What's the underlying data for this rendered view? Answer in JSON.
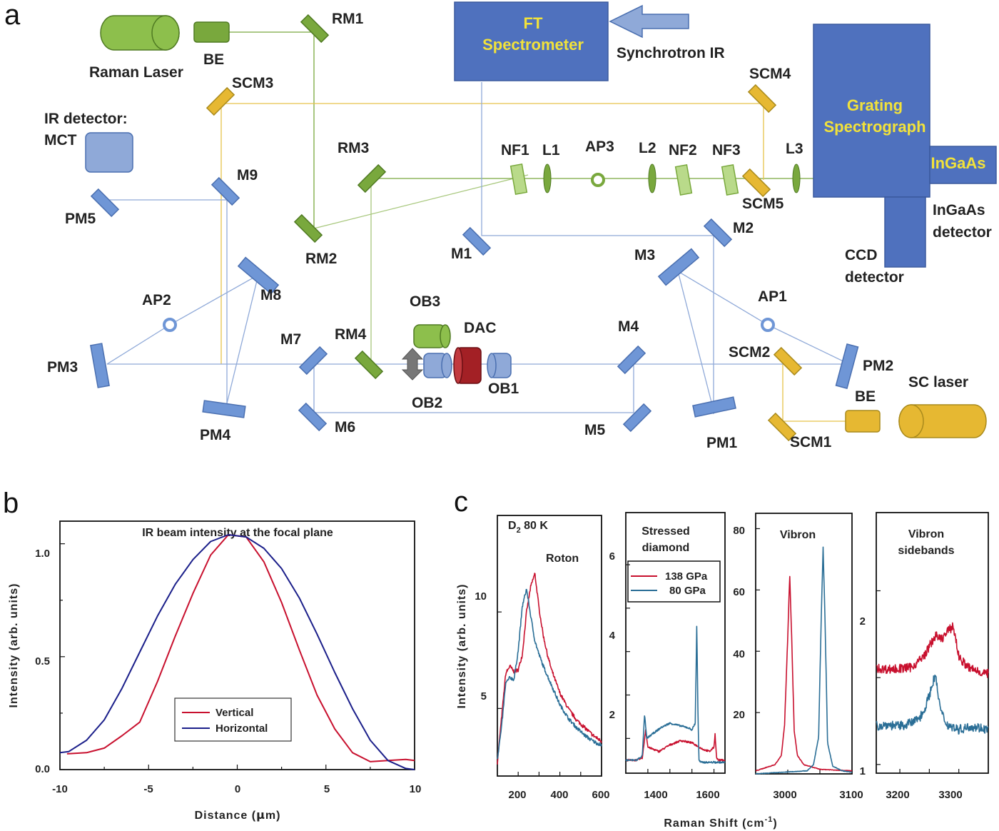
{
  "panel_letters": {
    "a": "a",
    "b": "b",
    "c": "c"
  },
  "colors": {
    "blue_optic": "#6f96d6",
    "blue_stroke": "#4a6fb0",
    "green_optic": "#79a83d",
    "green_light": "#b9da8a",
    "yellow_optic": "#e6b832",
    "dark_red": "#a32025",
    "instrument_blue": "#4f71be",
    "red_series": "#c8102e",
    "blue_series": "#2a6e96",
    "navy_series": "#1b1f8a"
  },
  "diagram": {
    "instruments": {
      "ft": [
        "FT",
        "Spectrometer"
      ],
      "grating": [
        "Grating",
        "Spectrograph"
      ],
      "ingaas_box": "InGaAs"
    },
    "labels": {
      "raman_laser": "Raman Laser",
      "be_top": "BE",
      "rm1": "RM1",
      "synchrotron": "Synchrotron IR",
      "scm3": "SCM3",
      "scm4": "SCM4",
      "ir_detector_1": "IR detector:",
      "ir_detector_2": "MCT",
      "rm3": "RM3",
      "nf1": "NF1",
      "l1": "L1",
      "ap3": "AP3",
      "l2": "L2",
      "nf2": "NF2",
      "nf3": "NF3",
      "l3": "L3",
      "m9": "M9",
      "pm5": "PM5",
      "scm5": "SCM5",
      "ingaas_det_1": "InGaAs",
      "ingaas_det_2": "detector",
      "rm2": "RM2",
      "m1": "M1",
      "m2": "M2",
      "m3": "M3",
      "ccd_1": "CCD",
      "ccd_2": "detector",
      "m8": "M8",
      "ap2": "AP2",
      "ap1": "AP1",
      "ob3": "OB3",
      "dac": "DAC",
      "m7": "M7",
      "rm4": "RM4",
      "m4": "M4",
      "scm2": "SCM2",
      "pm3": "PM3",
      "pm2": "PM2",
      "sc_laser": "SC laser",
      "be_right": "BE",
      "ob2": "OB2",
      "ob1": "OB1",
      "pm4": "PM4",
      "m6": "M6",
      "m5": "M5",
      "pm1": "PM1",
      "scm1": "SCM1"
    }
  },
  "chart_b": {
    "title": "IR beam intensity at the focal plane",
    "xlabel_pre": "Distance (",
    "xlabel_mu": "μ",
    "xlabel_post": "m)",
    "ylabel": "Intensity (arb. units)",
    "x_ticks": [
      "-10",
      "-5",
      "0",
      "5",
      "10"
    ],
    "y_ticks": [
      "0.0",
      "0.5",
      "1.0"
    ]
  },
  "chart_c": {
    "ylabel": "Intensity (arb. units)",
    "xlabel_pre": "Raman Shift (cm",
    "xlabel_sup": "-1",
    "xlabel_post": ")",
    "p1": {
      "title_d": "D",
      "title_sub": "2",
      "title_rest": " 80 K",
      "note": "Roton",
      "x_ticks": [
        "200",
        "400",
        "600"
      ],
      "y_ticks": [
        "5",
        "10"
      ]
    },
    "p2": {
      "title": [
        "Stressed",
        "diamond"
      ],
      "x_ticks": [
        "1400",
        "1600"
      ],
      "y_ticks": [
        "2",
        "4",
        "6"
      ],
      "legend": [
        "138 GPa",
        "80 GPa"
      ]
    },
    "p3": {
      "title": "Vibron",
      "x_ticks": [
        "3000",
        "3100"
      ],
      "y_ticks": [
        "20",
        "40",
        "60",
        "80"
      ]
    },
    "p4": {
      "title": [
        "Vibron",
        "sidebands"
      ],
      "x_ticks": [
        "3200",
        "3300"
      ],
      "y_ticks": [
        "1",
        "2"
      ]
    }
  },
  "chart_data": [
    {
      "type": "line",
      "title": "IR beam intensity at the focal plane",
      "xlabel": "Distance (μm)",
      "ylabel": "Intensity (arb. units)",
      "xlim": [
        -10,
        10
      ],
      "ylim": [
        0,
        1.1
      ],
      "series": [
        {
          "name": "Vertical",
          "color": "#c8102e",
          "x": [
            -9.6,
            -8.5,
            -7.5,
            -6.5,
            -5.5,
            -4.5,
            -3.5,
            -2.5,
            -1.5,
            -0.5,
            0.5,
            1.5,
            2.5,
            3.5,
            4.5,
            5.5,
            6.5,
            7.5,
            8.5,
            9.5,
            10
          ],
          "y": [
            0.07,
            0.075,
            0.095,
            0.15,
            0.21,
            0.39,
            0.59,
            0.78,
            0.95,
            1.04,
            1.03,
            0.92,
            0.74,
            0.53,
            0.33,
            0.18,
            0.075,
            0.035,
            0.04,
            0.045,
            0.04
          ]
        },
        {
          "name": "Horizontal",
          "color": "#1b1f8a",
          "x": [
            -10,
            -9.5,
            -8.5,
            -7.5,
            -6.5,
            -5.5,
            -4.5,
            -3.5,
            -2.5,
            -1.5,
            -0.5,
            0.5,
            1.5,
            2.5,
            3.5,
            4.5,
            5.5,
            6.5,
            7.5,
            8.5,
            9.5,
            10
          ],
          "y": [
            0.075,
            0.08,
            0.13,
            0.22,
            0.36,
            0.52,
            0.68,
            0.82,
            0.93,
            1.01,
            1.04,
            1.03,
            0.98,
            0.89,
            0.76,
            0.6,
            0.43,
            0.27,
            0.13,
            0.04,
            0.005,
            0
          ]
        }
      ]
    },
    {
      "type": "line",
      "title": "D2 80 K",
      "annotation": "Roton",
      "xlim": [
        100,
        600
      ],
      "ylim": [
        1.5,
        15
      ],
      "series": [
        {
          "name": "138 GPa",
          "color": "#c8102e",
          "x": [
            100,
            120,
            140,
            160,
            180,
            200,
            220,
            240,
            260,
            280,
            300,
            320,
            340,
            360,
            380,
            400,
            440,
            480,
            520,
            560,
            600
          ],
          "y": [
            2.2,
            4.5,
            6.8,
            7.2,
            6.9,
            7.0,
            7.8,
            10.0,
            11.3,
            12.0,
            10.2,
            8.8,
            7.8,
            7.0,
            6.4,
            5.8,
            5.0,
            4.4,
            4.0,
            3.6,
            3.3
          ]
        },
        {
          "name": "80 GPa",
          "color": "#2a6e96",
          "x": [
            100,
            120,
            140,
            160,
            180,
            200,
            220,
            240,
            260,
            280,
            300,
            320,
            340,
            360,
            380,
            400,
            440,
            480,
            520,
            560,
            600
          ],
          "y": [
            2.4,
            4.0,
            6.3,
            6.6,
            6.5,
            8.0,
            10.3,
            11.2,
            9.8,
            8.5,
            7.8,
            7.2,
            6.7,
            6.2,
            5.7,
            5.2,
            4.5,
            4.0,
            3.6,
            3.3,
            3.1
          ]
        }
      ]
    },
    {
      "type": "line",
      "title": "Stressed diamond",
      "xlim": [
        1200,
        1650
      ],
      "ylim": [
        1.2,
        7.2
      ],
      "series": [
        {
          "name": "138 GPa",
          "color": "#c8102e",
          "x": [
            1200,
            1250,
            1275,
            1290,
            1300,
            1350,
            1400,
            1450,
            1500,
            1550,
            1580,
            1600,
            1605,
            1612,
            1620,
            1650
          ],
          "y": [
            1.5,
            1.5,
            1.55,
            2.2,
            1.8,
            1.7,
            1.85,
            1.95,
            1.9,
            1.75,
            1.7,
            1.8,
            2.1,
            1.55,
            1.5,
            1.5
          ]
        },
        {
          "name": "80 GPa",
          "color": "#2a6e96",
          "x": [
            1200,
            1250,
            1275,
            1285,
            1295,
            1320,
            1360,
            1400,
            1440,
            1480,
            1500,
            1515,
            1522,
            1528,
            1532,
            1540,
            1600,
            1650
          ],
          "y": [
            1.5,
            1.5,
            1.6,
            2.55,
            2.0,
            2.1,
            2.25,
            2.35,
            2.3,
            2.25,
            2.2,
            2.35,
            4.6,
            2.4,
            1.5,
            1.45,
            1.45,
            1.45
          ]
        }
      ]
    },
    {
      "type": "line",
      "title": "Vibron",
      "xlim": [
        2950,
        3100
      ],
      "ylim": [
        0,
        85
      ],
      "series": [
        {
          "name": "138 GPa",
          "color": "#c8102e",
          "x": [
            2950,
            2980,
            2990,
            2995,
            3000,
            3003,
            3006,
            3010,
            3015,
            3025,
            3050,
            3100
          ],
          "y": [
            1,
            3,
            6,
            16,
            45,
            65,
            45,
            14,
            6,
            3,
            1.5,
            1
          ]
        },
        {
          "name": "80 GPa",
          "color": "#2a6e96",
          "x": [
            2950,
            3030,
            3040,
            3048,
            3052,
            3055,
            3058,
            3062,
            3070,
            3085,
            3100
          ],
          "y": [
            0,
            1,
            3,
            12,
            50,
            74,
            50,
            10,
            2.5,
            1,
            0.5
          ]
        }
      ]
    },
    {
      "type": "line",
      "title": "Vibron sidebands",
      "xlim": [
        3160,
        3350
      ],
      "ylim": [
        0.95,
        2.45
      ],
      "series": [
        {
          "name": "138 GPa",
          "color": "#c8102e",
          "x": [
            3160,
            3180,
            3200,
            3220,
            3240,
            3250,
            3260,
            3270,
            3280,
            3290,
            3295,
            3300,
            3310,
            3320,
            3340,
            3350
          ],
          "y": [
            1.55,
            1.55,
            1.55,
            1.56,
            1.62,
            1.68,
            1.74,
            1.72,
            1.76,
            1.8,
            1.72,
            1.62,
            1.58,
            1.55,
            1.53,
            1.52
          ]
        },
        {
          "name": "80 GPa",
          "color": "#2a6e96",
          "x": [
            3160,
            3180,
            3200,
            3220,
            3230,
            3240,
            3250,
            3255,
            3260,
            3265,
            3270,
            3280,
            3300,
            3320,
            3340,
            3350
          ],
          "y": [
            1.22,
            1.23,
            1.22,
            1.24,
            1.26,
            1.3,
            1.4,
            1.46,
            1.52,
            1.4,
            1.3,
            1.23,
            1.2,
            1.22,
            1.21,
            1.2
          ]
        }
      ]
    }
  ]
}
